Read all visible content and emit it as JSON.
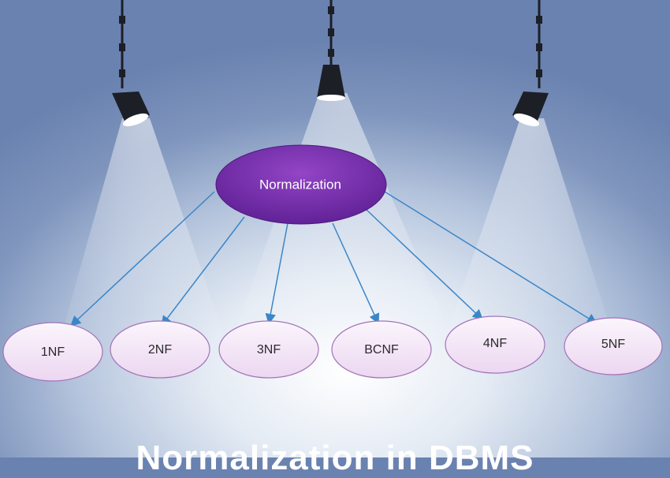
{
  "diagram": {
    "root": {
      "label": "Normalization"
    },
    "children": [
      {
        "label": "1NF"
      },
      {
        "label": "2NF"
      },
      {
        "label": "3NF"
      },
      {
        "label": "BCNF"
      },
      {
        "label": "4NF"
      },
      {
        "label": "5NF"
      }
    ],
    "footer_title": "Normalization in DBMS",
    "colors": {
      "root_fill": "#7a2fb0",
      "node_fill": "#f2e2f6",
      "node_stroke": "#a274b8",
      "arrow": "#3a86c8",
      "lamp": "#1c1f26"
    },
    "decorations": [
      "stage-spotlight-icon",
      "stage-spotlight-icon",
      "stage-spotlight-icon"
    ]
  }
}
